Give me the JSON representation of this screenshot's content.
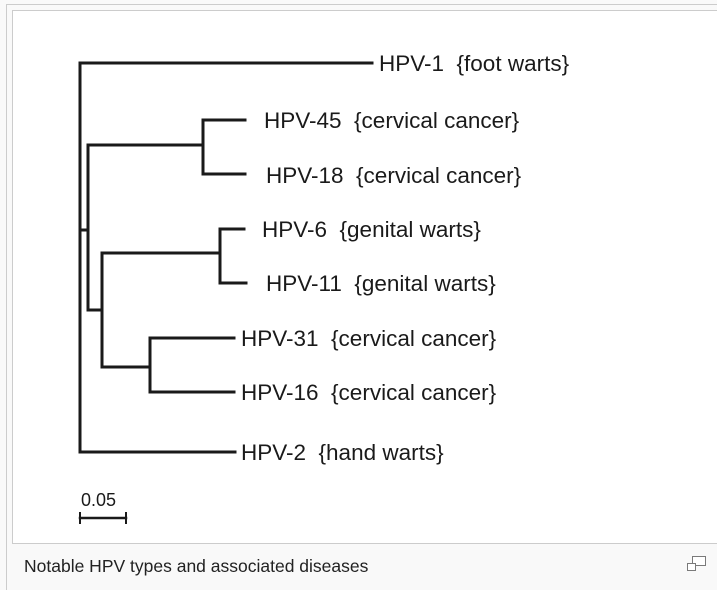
{
  "figure": {
    "caption": "Notable HPV types and associated diseases",
    "enlarge_icon": "magnify-clip-icon"
  },
  "tree": {
    "scale_bar_label": "0.05",
    "leaves": [
      {
        "name": "HPV-1",
        "disease": "{foot warts}",
        "text": "HPV-1  {foot warts}"
      },
      {
        "name": "HPV-45",
        "disease": "{cervical cancer}",
        "text": "HPV-45  {cervical cancer}"
      },
      {
        "name": "HPV-18",
        "disease": "{cervical cancer}",
        "text": "HPV-18  {cervical cancer}"
      },
      {
        "name": "HPV-6",
        "disease": "{genital warts}",
        "text": "HPV-6  {genital warts}"
      },
      {
        "name": "HPV-11",
        "disease": "{genital warts}",
        "text": "HPV-11  {genital warts}"
      },
      {
        "name": "HPV-31",
        "disease": "{cervical cancer}",
        "text": "HPV-31  {cervical cancer}"
      },
      {
        "name": "HPV-16",
        "disease": "{cervical cancer}",
        "text": "HPV-16  {cervical cancer}"
      },
      {
        "name": "HPV-2",
        "disease": "{hand warts}",
        "text": "HPV-2  {hand warts}"
      }
    ]
  },
  "colors": {
    "line": "#1a1a1a",
    "frame_border": "#cccccc",
    "thumb_background": "#f9f9f9"
  }
}
